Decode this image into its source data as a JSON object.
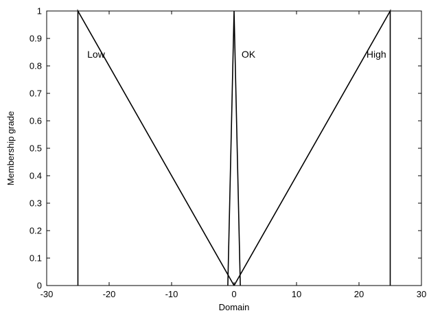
{
  "chart_data": {
    "type": "line",
    "title": "",
    "xlabel": "Domain",
    "ylabel": "Membership grade",
    "xlim": [
      -30,
      30
    ],
    "ylim": [
      0,
      1
    ],
    "xticks": [
      -30,
      -20,
      -10,
      0,
      10,
      20,
      30
    ],
    "xtick_labels": [
      "-30",
      "-20",
      "-10",
      "0",
      "10",
      "20",
      "30"
    ],
    "yticks": [
      0,
      0.1,
      0.2,
      0.3,
      0.4,
      0.5,
      0.6,
      0.7,
      0.8,
      0.9,
      1
    ],
    "ytick_labels": [
      "0",
      "0.1",
      "0.2",
      "0.3",
      "0.4",
      "0.5",
      "0.6",
      "0.7",
      "0.8",
      "0.9",
      "1"
    ],
    "grid": false,
    "line_color": "#000000",
    "series": [
      {
        "name": "Low",
        "x": [
          -25,
          -25,
          0
        ],
        "y": [
          0,
          1,
          0
        ],
        "label_at": [
          -23.5,
          0.83
        ]
      },
      {
        "name": "OK",
        "x": [
          -1,
          0,
          1
        ],
        "y": [
          0,
          1,
          0
        ],
        "label_at": [
          1.2,
          0.83
        ]
      },
      {
        "name": "High",
        "x": [
          0,
          25,
          25
        ],
        "y": [
          0,
          1,
          0
        ],
        "label_at": [
          21.2,
          0.83
        ]
      }
    ]
  }
}
